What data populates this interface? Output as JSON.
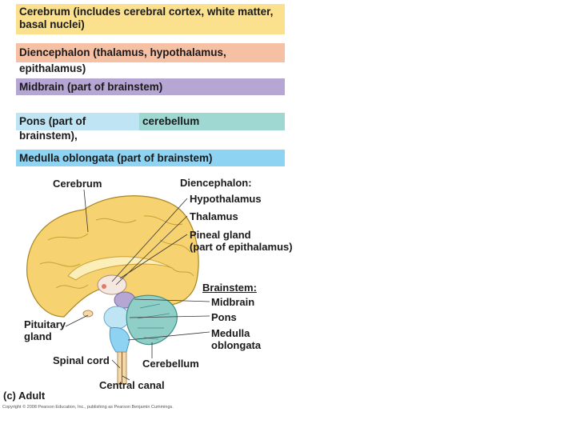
{
  "legend": {
    "cerebrum": "Cerebrum (includes cerebral cortex, white matter, basal nuclei)",
    "diencephalon": "Diencephalon (thalamus, hypothalamus, epithalamus)",
    "midbrain": "Midbrain (part of brainstem)",
    "pons": "Pons (part of brainstem),",
    "cerebellum": "cerebellum",
    "medulla": "Medulla oblongata (part of brainstem)"
  },
  "colors": {
    "cerebrum": "#fbe08d",
    "diencephalon": "#f6c0a4",
    "midbrain": "#b5a6d4",
    "pons": "#bfe4f4",
    "cerebellum": "#9fd8d2",
    "medulla": "#8fd3f3"
  },
  "labels": {
    "cerebrum": "Cerebrum",
    "diencephalon_heading": "Diencephalon:",
    "hypothalamus": "Hypothalamus",
    "thalamus": "Thalamus",
    "pineal_line1": "Pineal gland",
    "pineal_line2": "(part of epithalamus)",
    "brainstem_heading": "Brainstem:",
    "midbrain": "Midbrain",
    "pons": "Pons",
    "medulla_line1": "Medulla",
    "medulla_line2": "oblongata",
    "pituitary_line1": "Pituitary",
    "pituitary_line2": "gland",
    "spinal_cord": "Spinal cord",
    "cerebellum": "Cerebellum",
    "central_canal": "Central canal",
    "panel": "(c) Adult"
  },
  "copyright": "Copyright © 2008 Pearson Education, Inc., publishing as Pearson Benjamin Cummings."
}
